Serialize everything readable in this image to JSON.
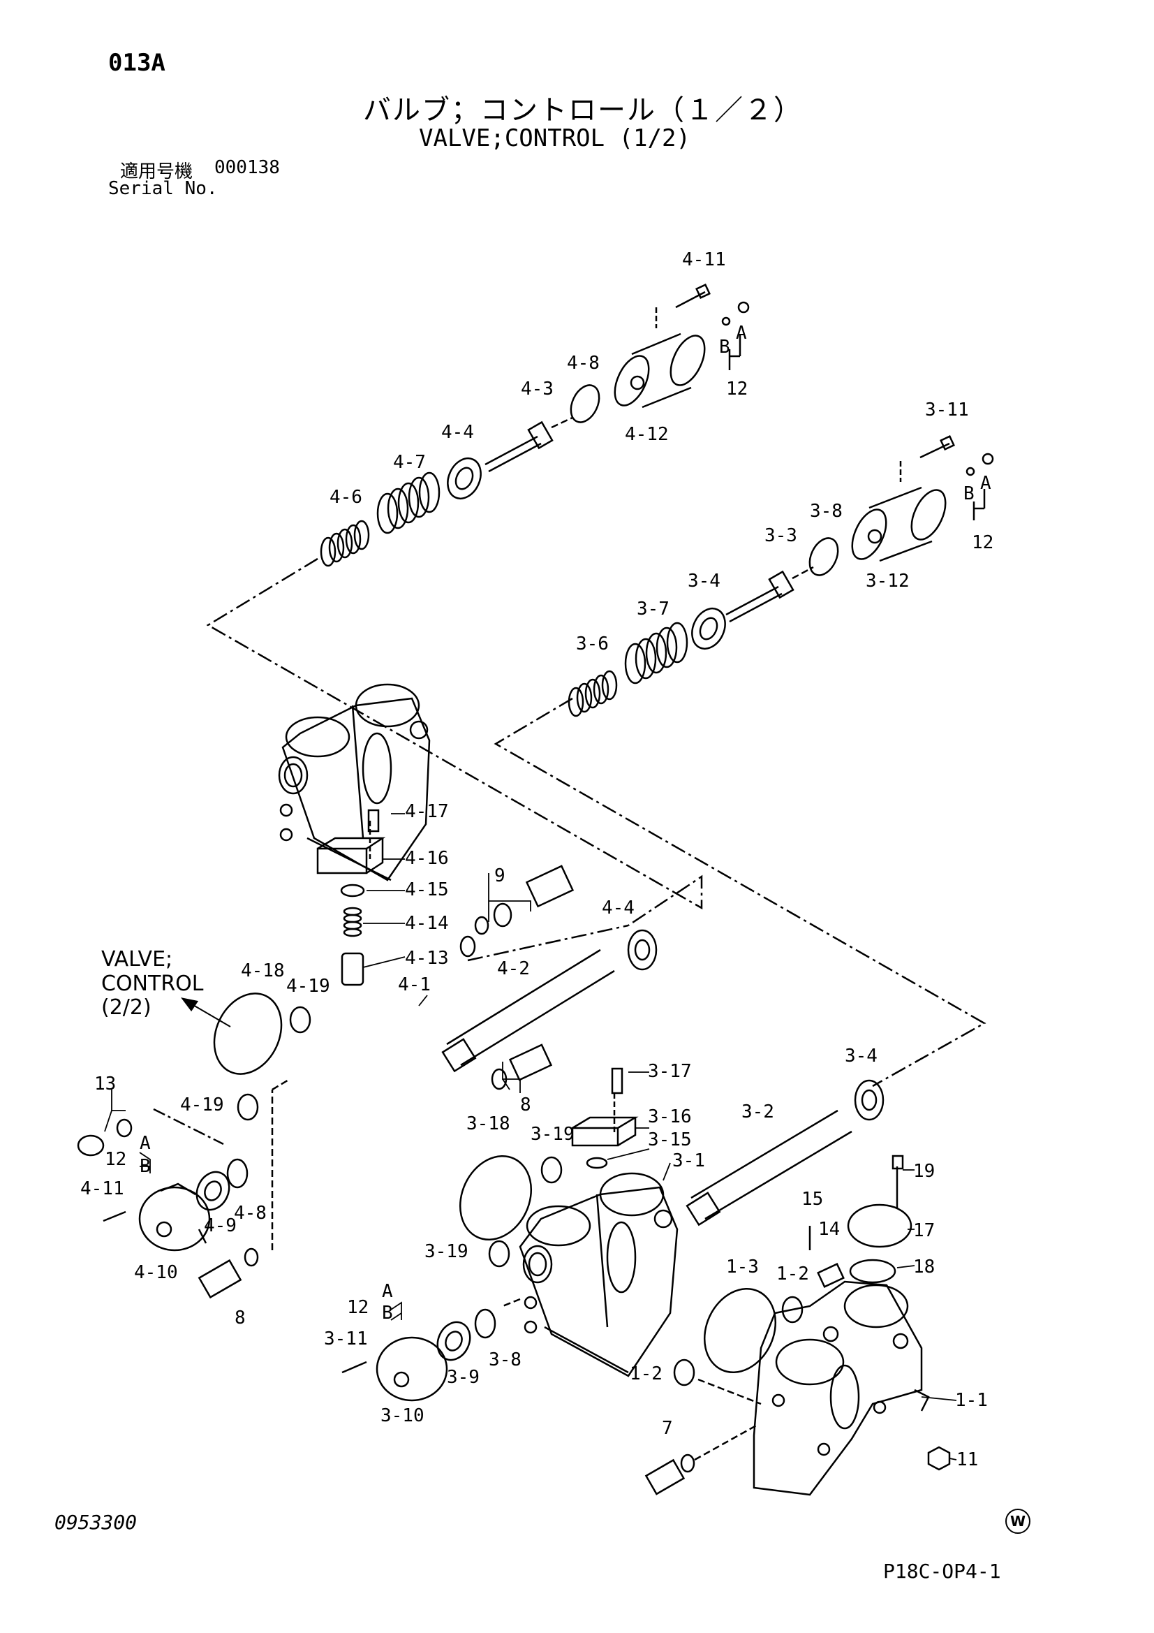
{
  "header": {
    "page_code": "013A",
    "title_jp": "バルブ；コントロール（１／２）",
    "title_en": "VALVE;CONTROL (1/2)",
    "serial_label_jp": "適用号機",
    "serial_value": "000138",
    "serial_label_en": "Serial No."
  },
  "footer": {
    "doc_number": "0953300",
    "w_mark": "W",
    "figure_code": "P18C-OP4-1"
  },
  "callouts": {
    "c4_11_top": "4-11",
    "c4_8_top": "4-8",
    "c4_3": "4-3",
    "c4_12": "4-12",
    "c4_4_top": "4-4",
    "c4_7": "4-7",
    "c4_6": "4-6",
    "cB_top1": "B",
    "cA_top1": "A",
    "c12_top1": "12",
    "c3_11_top": "3-11",
    "cB_top2": "B",
    "cA_top2": "A",
    "c12_top2": "12",
    "c3_8_top": "3-8",
    "c3_3": "3-3",
    "c3_12": "3-12",
    "c3_4_top": "3-4",
    "c3_7": "3-7",
    "c3_6": "3-6",
    "c4_17": "4-17",
    "c4_16": "4-16",
    "c4_15": "4-15",
    "c4_14": "4-14",
    "c4_13": "4-13",
    "c9": "9",
    "c4_4_mid": "4-4",
    "c4_2": "4-2",
    "c4_1": "4-1",
    "c4_18": "4-18",
    "c4_19_a": "4-19",
    "c4_19_b": "4-19",
    "valve_line1": "VALVE;",
    "valve_line2": "CONTROL",
    "valve_line3": "(2/2)",
    "c13": "13",
    "c12_left": "12",
    "cA_left": "A",
    "cB_left": "B",
    "c4_11_left": "4-11",
    "c4_9": "4-9",
    "c4_8_left": "4-8",
    "c4_10": "4-10",
    "c8_left": "8",
    "c8_mid": "8",
    "c3_17": "3-17",
    "c3_16": "3-16",
    "c3_15": "3-15",
    "c3_1": "3-1",
    "c3_18": "3-18",
    "c3_19_a": "3-19",
    "c3_19_b": "3-19",
    "c3_2": "3-2",
    "c3_4_mid": "3-4",
    "c12_low": "12",
    "cA_low": "A",
    "cB_low": "B",
    "c3_11_low": "3-11",
    "c3_9": "3-9",
    "c3_8_low": "3-8",
    "c3_10": "3-10",
    "c19": "19",
    "c17": "17",
    "c18": "18",
    "c15": "15",
    "c14": "14",
    "c1_3": "1-3",
    "c1_2_a": "1-2",
    "c1_2_b": "1-2",
    "c1_1": "1-1",
    "c11": "11",
    "c7": "7"
  }
}
